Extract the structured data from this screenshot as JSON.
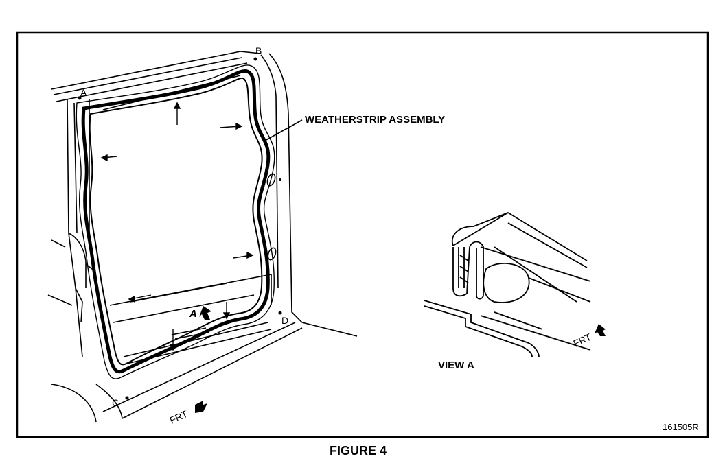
{
  "labels": {
    "weatherstrip": "WEATHERSTRIP ASSEMBLY",
    "view_a": "VIEW A",
    "callout_a": "A",
    "frt_main": "FRT",
    "frt_detail": "FRT",
    "point_a": "A",
    "point_b": "B",
    "point_c": "C",
    "point_d": "D",
    "ref_code": "161505R",
    "figure_caption": "FIGURE 4"
  }
}
